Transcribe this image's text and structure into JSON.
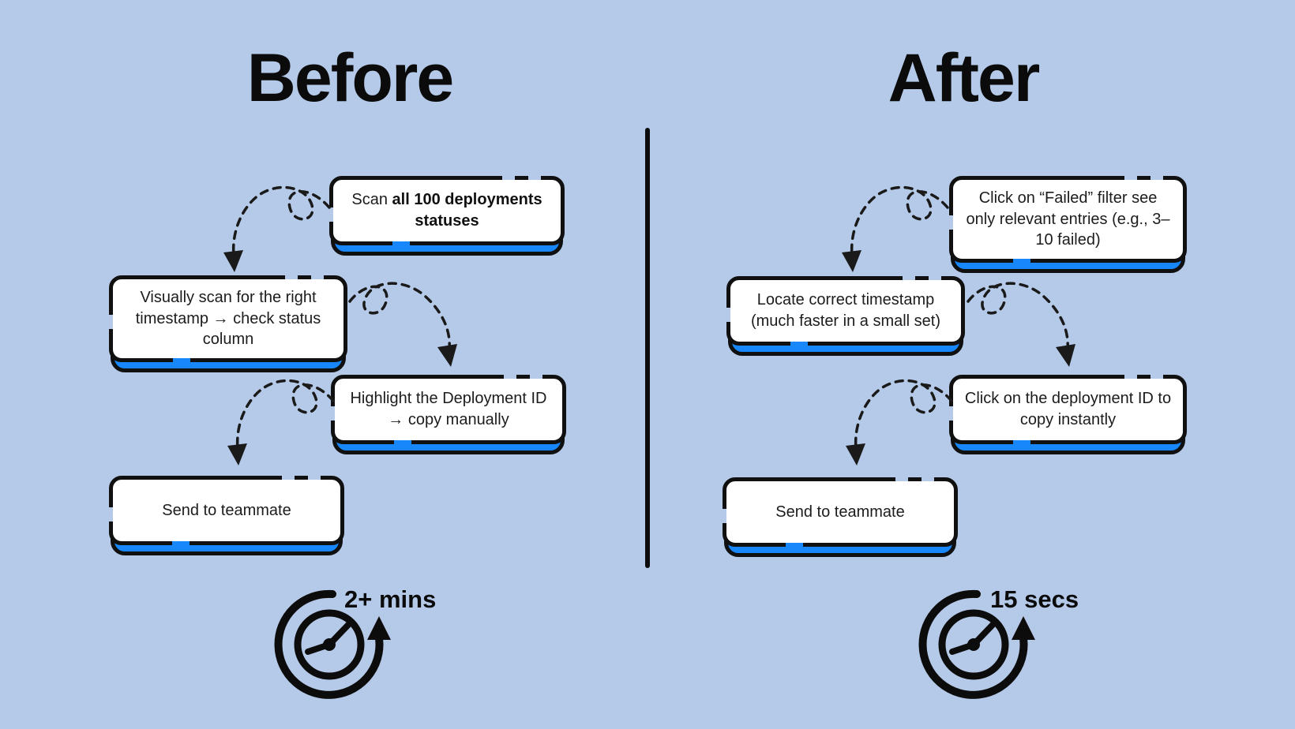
{
  "page": {
    "background_color": "#b5cae9",
    "accent_blue": "#1787fb",
    "ink_color": "#101010"
  },
  "icons": {
    "before_clock": "clock-refresh-icon",
    "after_clock": "clock-refresh-icon",
    "arrow_style": "dashed-loop-arrow"
  },
  "before": {
    "title": "Before",
    "steps": [
      {
        "prefix": "Scan ",
        "bold": "all 100 deployments statuses"
      },
      {
        "text": "Visually scan for the right timestamp → check status column"
      },
      {
        "text": "Highlight the Deployment ID → copy manually"
      },
      {
        "text": "Send to teammate"
      }
    ],
    "time_label": "2+ mins"
  },
  "after": {
    "title": "After",
    "steps": [
      {
        "text": "Click on “Failed” filter see only relevant entries (e.g., 3–10 failed)"
      },
      {
        "text": "Locate correct timestamp (much faster in a small set)"
      },
      {
        "text": "Click on the deployment ID to copy instantly"
      },
      {
        "text": "Send to teammate"
      }
    ],
    "time_label": "15 secs"
  }
}
